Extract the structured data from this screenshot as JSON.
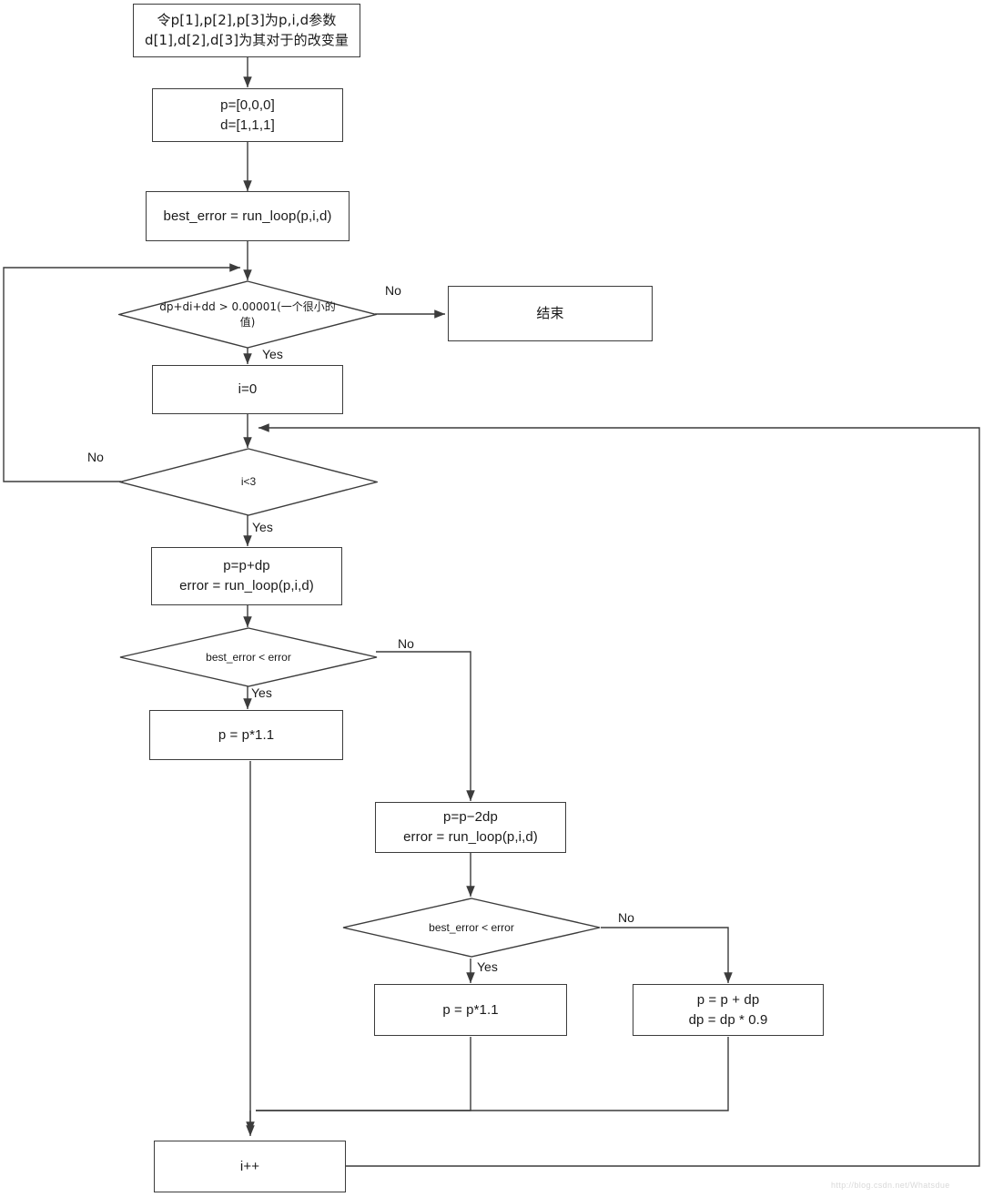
{
  "diagram": {
    "title": "Twiddle parameter optimization flowchart",
    "stroke_color": "#3c3c3c",
    "text_color": "#1a1a1a",
    "background_color": "#ffffff",
    "watermark": "http://blog.csdn.net/Whatsdue"
  },
  "nodes": {
    "init_params": {
      "label": "令p[1],p[2],p[3]为p,i,d参数\nd[1],d[2],d[3]为其对于的改变量",
      "shape": "box"
    },
    "init_values": {
      "label": "p=[0,0,0]\nd=[1,1,1]",
      "shape": "box"
    },
    "best_error_init": {
      "label": "best_error = run_loop(p,i,d)",
      "shape": "box"
    },
    "sum_check": {
      "label": "dp+di+dd > 0.00001(一个很小的\n值)",
      "shape": "diamond"
    },
    "end_node": {
      "label": "结束",
      "shape": "box"
    },
    "i_zero": {
      "label": "i=0",
      "shape": "box"
    },
    "i_less_three": {
      "label": "i<3",
      "shape": "diamond"
    },
    "p_plus_dp": {
      "label": "p=p+dp\nerror = run_loop(p,i,d)",
      "shape": "box"
    },
    "compare_one": {
      "label": "best_error < error",
      "shape": "diamond"
    },
    "p_times_1_1_left": {
      "label": "p = p*1.1",
      "shape": "box"
    },
    "p_minus_2dp": {
      "label": "p=p−2dp\nerror = run_loop(p,i,d)",
      "shape": "box"
    },
    "compare_two": {
      "label": "best_error < error",
      "shape": "diamond"
    },
    "p_times_1_1_mid": {
      "label": "p = p*1.1",
      "shape": "box"
    },
    "p_plus_dp_shrink": {
      "label": "p = p + dp\ndp = dp * 0.9",
      "shape": "box"
    },
    "i_increment": {
      "label": "i++",
      "shape": "box"
    }
  },
  "edge_labels": {
    "sum_check_no": "No",
    "sum_check_yes": "Yes",
    "i_less_three_no": "No",
    "i_less_three_yes": "Yes",
    "compare_one_no": "No",
    "compare_one_yes": "Yes",
    "compare_two_no": "No",
    "compare_two_yes": "Yes"
  }
}
